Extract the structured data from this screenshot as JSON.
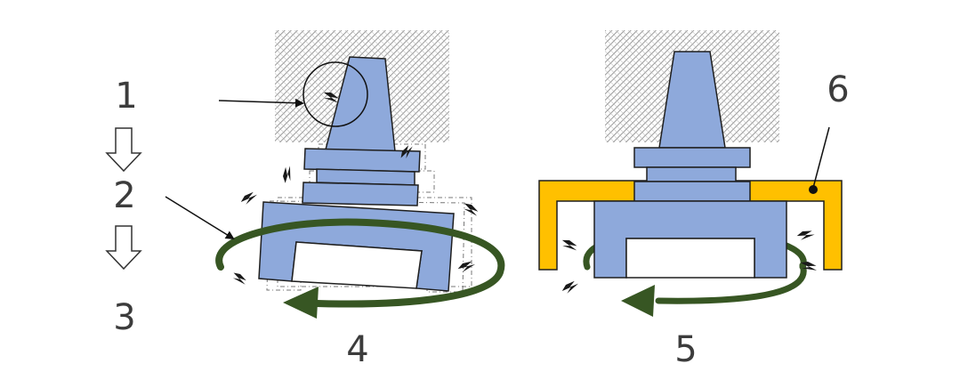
{
  "labels": {
    "l1": "1",
    "l2": "2",
    "l3": "3",
    "l4": "4",
    "l5": "5",
    "l6": "6"
  },
  "colors": {
    "tool_fill": "#8ea9db",
    "tool_stroke": "#1f1f1f",
    "spindle_hatch": "#9a9a9a",
    "rotation_arrow": "#375623",
    "guard": "#ffc000",
    "text": "#3c3c3c"
  },
  "icons": [
    "lightning-icon",
    "step-arrow-down-icon",
    "rotation-arrow-icon"
  ]
}
